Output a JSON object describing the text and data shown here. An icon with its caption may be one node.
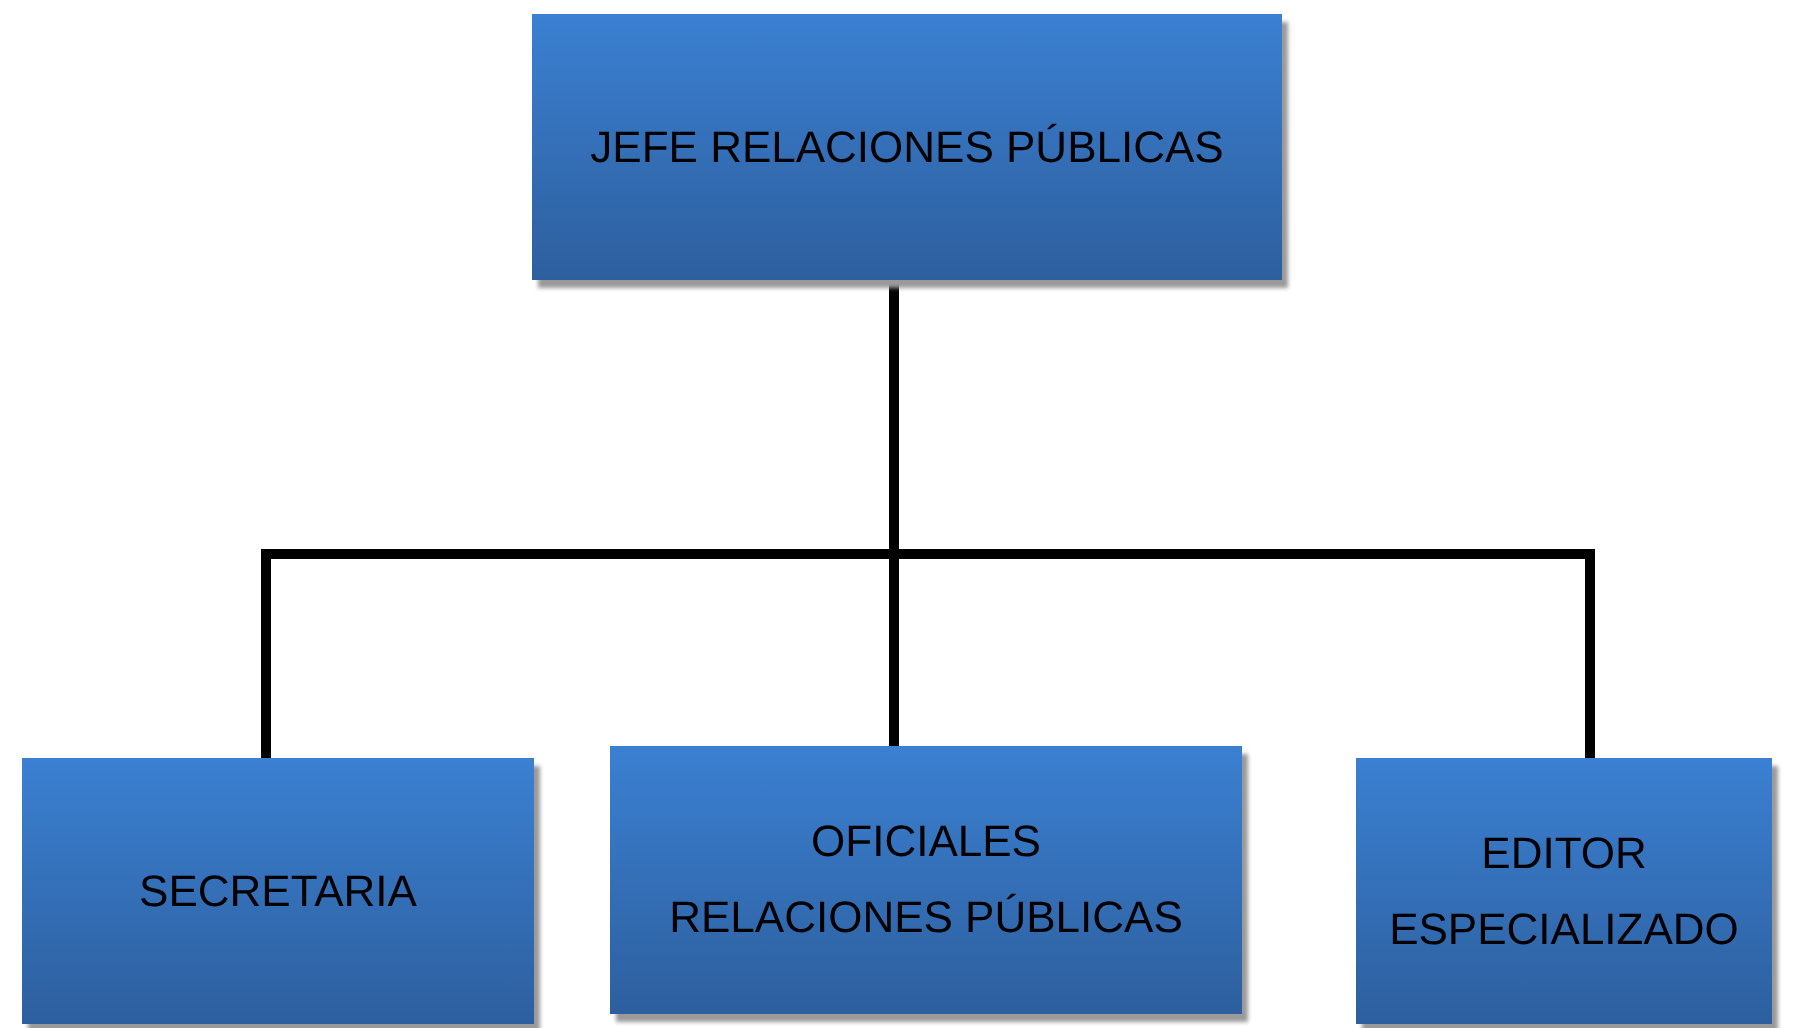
{
  "diagram": {
    "nodes": [
      {
        "text": [
          "JEFE RELACIONES PÚBLICAS"
        ]
      },
      {
        "text": [
          "SECRETARIA"
        ]
      },
      {
        "text": [
          "OFICIALES RELACIONES PÚBLICAS"
        ]
      },
      {
        "text": [
          "EDITOR ESPECIALIZADO"
        ]
      }
    ],
    "edges": [
      {
        "from": 0,
        "to": 1,
        "arrow": "none"
      },
      {
        "from": 0,
        "to": 2,
        "arrow": "none"
      },
      {
        "from": 0,
        "to": 3,
        "arrow": "none"
      }
    ]
  }
}
